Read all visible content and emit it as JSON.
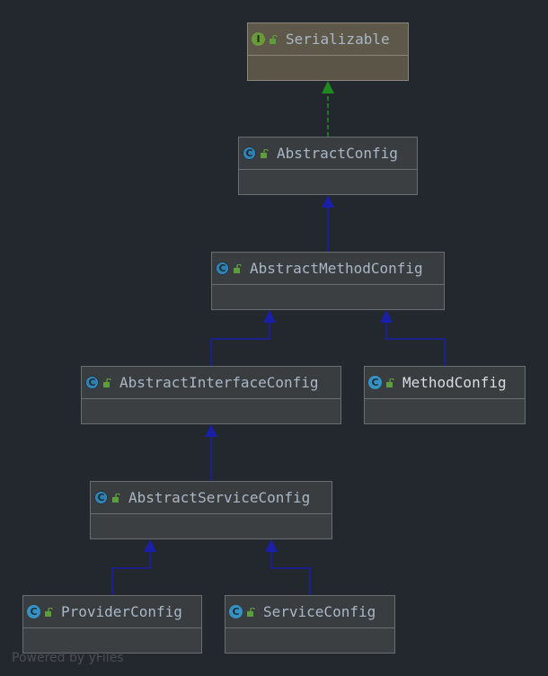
{
  "nodes": {
    "serializable": {
      "name": "Serializable",
      "kind": "interface",
      "icon": "interface-icon"
    },
    "abstractConfig": {
      "name": "AbstractConfig",
      "kind": "abstract-class",
      "icon": "abstract-class-icon"
    },
    "abstractMethod": {
      "name": "AbstractMethodConfig",
      "kind": "abstract-class",
      "icon": "abstract-class-icon"
    },
    "abstractInterface": {
      "name": "AbstractInterfaceConfig",
      "kind": "abstract-class",
      "icon": "abstract-class-icon"
    },
    "methodConfig": {
      "name": "MethodConfig",
      "kind": "class",
      "icon": "class-icon"
    },
    "abstractService": {
      "name": "AbstractServiceConfig",
      "kind": "abstract-class",
      "icon": "abstract-class-icon"
    },
    "providerConfig": {
      "name": "ProviderConfig",
      "kind": "class",
      "icon": "class-icon"
    },
    "serviceConfig": {
      "name": "ServiceConfig",
      "kind": "class",
      "icon": "class-icon"
    }
  },
  "relations": [
    {
      "from": "abstractConfig",
      "to": "serializable",
      "type": "implements"
    },
    {
      "from": "abstractMethod",
      "to": "abstractConfig",
      "type": "extends"
    },
    {
      "from": "abstractInterface",
      "to": "abstractMethod",
      "type": "extends"
    },
    {
      "from": "methodConfig",
      "to": "abstractMethod",
      "type": "extends"
    },
    {
      "from": "abstractService",
      "to": "abstractInterface",
      "type": "extends"
    },
    {
      "from": "providerConfig",
      "to": "abstractService",
      "type": "extends"
    },
    {
      "from": "serviceConfig",
      "to": "abstractService",
      "type": "extends"
    }
  ],
  "colors": {
    "background": "#23272e",
    "extends_edge": "#1a1fa8",
    "implements_edge": "#1f8a1f",
    "class_icon": "#3592c4",
    "interface_icon": "#6b9a3a",
    "lock_icon": "#5e9e3a"
  },
  "watermark": "Powered by yFiles"
}
